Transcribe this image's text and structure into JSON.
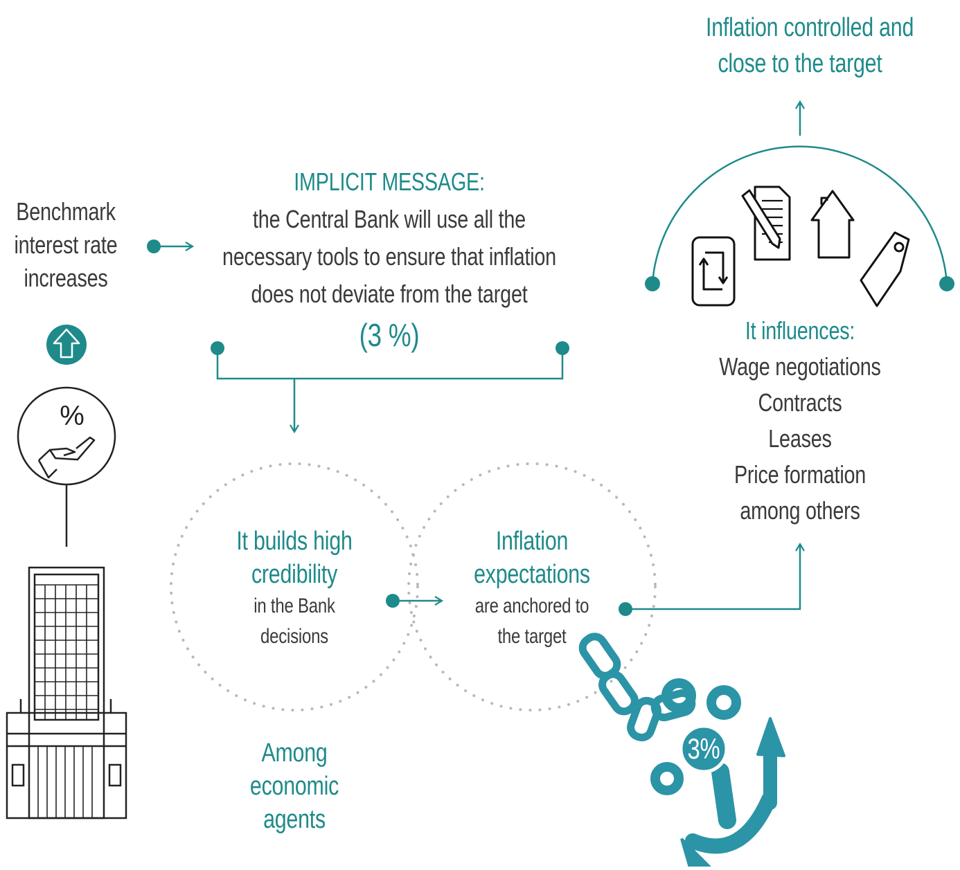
{
  "colors": {
    "accent": "#1e8a8a",
    "anchor": "#2b94a6",
    "text": "#3a3a3a",
    "dots": "#b8b8b8"
  },
  "step_start": {
    "lines": [
      "Benchmark",
      "interest rate",
      "increases"
    ]
  },
  "implicit": {
    "heading": "IMPLICIT MESSAGE:",
    "lines": [
      "the Central Bank will use all the",
      "necessary tools to ensure that inflation",
      "does not deviate from the target"
    ],
    "target": "(3 %)"
  },
  "credibility": {
    "bold_lines": [
      "It builds high",
      "credibility"
    ],
    "lines": [
      "in the Bank",
      "decisions"
    ]
  },
  "agents": {
    "lines": [
      "Among",
      "economic",
      "agents"
    ]
  },
  "expectations": {
    "bold_lines": [
      "Inflation",
      "expectations"
    ],
    "lines": [
      "are anchored to",
      "the target"
    ]
  },
  "anchor_badge": "3%",
  "outcome": {
    "lines": [
      "Inflation controlled and",
      "close to the target"
    ]
  },
  "influences": {
    "heading": "It influences:",
    "items": [
      "Wage negotiations",
      "Contracts",
      "Leases",
      "Price formation",
      "among others"
    ]
  },
  "icons": [
    "percent-hand-icon",
    "arrow-up-icon",
    "bank-building-icon",
    "refresh-icon",
    "contract-pen-icon",
    "house-icon",
    "price-tag-icon",
    "chain-icon",
    "anchor-icon"
  ]
}
